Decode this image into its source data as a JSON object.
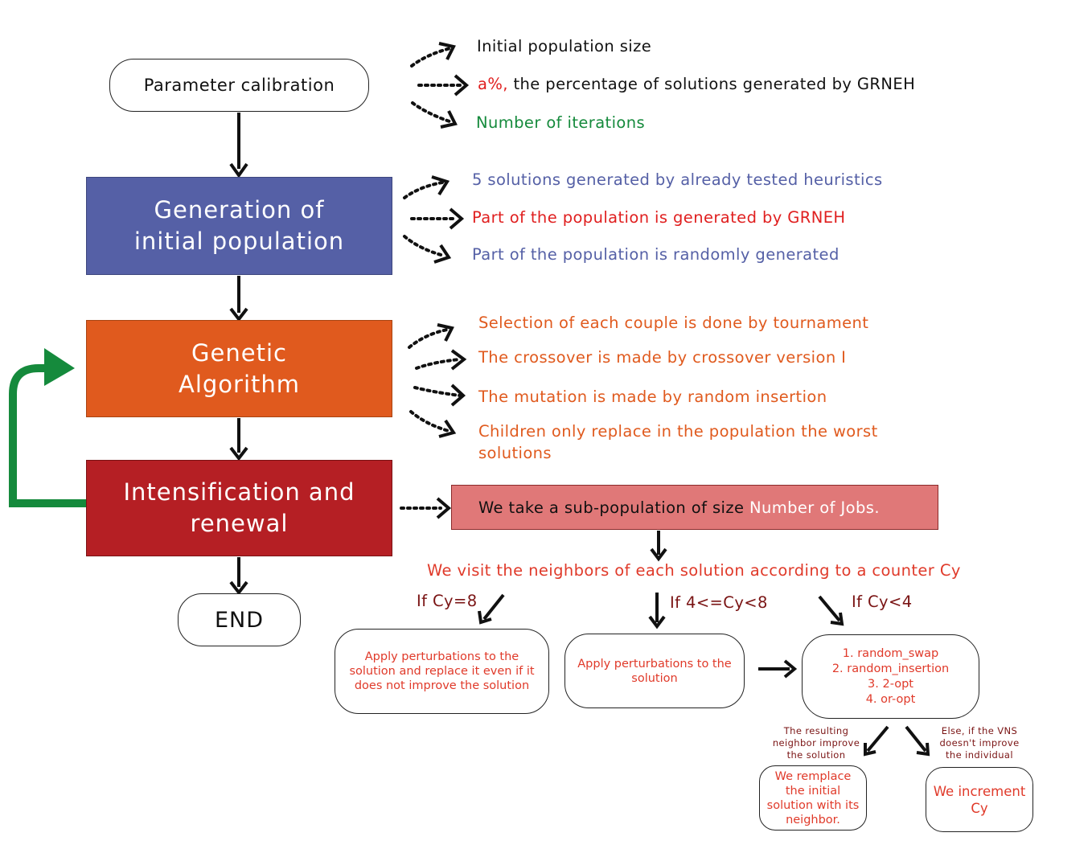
{
  "colors": {
    "blue": "#5560a6",
    "orange": "#e05a1e",
    "darkred": "#b51f24",
    "pink": "#e07878",
    "green": "#158a3c",
    "red": "#e01f1f",
    "darkbrown": "#7a1414",
    "arrow": "#111111"
  },
  "nodes": {
    "calibration": "Parameter calibration",
    "generation_line1": "Generation of",
    "generation_line2": "initial population",
    "genetic_line1": "Genetic",
    "genetic_line2": "Algorithm",
    "intensification_line1": "Intensification and",
    "intensification_line2": "renewal",
    "end": "END"
  },
  "calibration_params": {
    "size": "Initial population size",
    "a_prefix": "a%,",
    "a_rest": " the percentage of solutions generated by GRNEH",
    "iterations": "Number of iterations"
  },
  "generation_notes": {
    "heuristics": "5 solutions generated by already tested heuristics",
    "grneh": "Part of the population is generated by GRNEH",
    "random": "Part of the population is randomly generated"
  },
  "genetic_notes": {
    "selection": "Selection of each couple is done by tournament",
    "crossover": "The crossover is made by crossover version I",
    "mutation": "The mutation is made by random insertion",
    "children": "Children only replace in the population the worst solutions"
  },
  "intensification": {
    "subpop_prefix": "We take a sub-population of size ",
    "subpop_highlight": "Number of Jobs.",
    "visit": "We visit the neighbors of each solution according to a counter Cy",
    "cond_eq8": "If Cy=8",
    "cond_mid": "If 4<=Cy<8",
    "cond_lt4": "If Cy<4",
    "box_eq8": "Apply perturbations to the solution and replace it even if it does not improve the solution",
    "box_mid": "Apply perturbations to the solution",
    "vns_steps": [
      "1. random_swap",
      "2. random_insertion",
      "3. 2-opt",
      "4. or-opt"
    ],
    "improve_note": "The resulting neighbor improve the solution",
    "else_note": "Else, if the VNS doesn't improve the individual",
    "replace_box": "We remplace the initial solution with its neighbor.",
    "increment_box": "We increment Cy"
  }
}
